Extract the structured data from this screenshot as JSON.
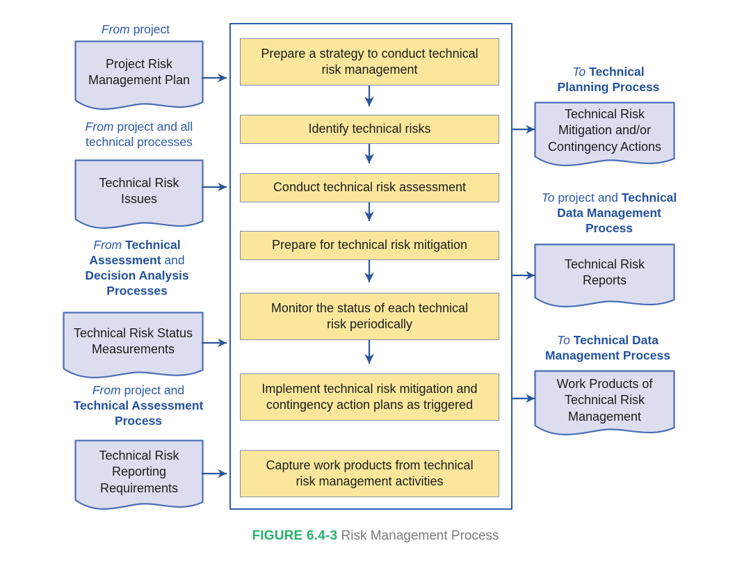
{
  "figure": {
    "number_label": "FIGURE 6.4-3",
    "caption": "Risk Management Process",
    "number_color": "#25b06a",
    "caption_color": "#7b7b7b"
  },
  "colors": {
    "process_fill": "#fae79c",
    "process_border": "#7f8fb0",
    "io_fill": "#dcdef0",
    "io_border": "#4a6db5",
    "container_border": "#2f5ca8",
    "arrow": "#2a559c",
    "label_text": "#2b5aa8",
    "body_text": "#1c1c1c",
    "background": "#ffffff"
  },
  "inputs": [
    {
      "id": "project-risk-management-plan",
      "label_parts": [
        {
          "text": "From ",
          "style": "italic"
        },
        {
          "text": "project",
          "style": "regular"
        }
      ],
      "label_plain": "From project",
      "box_text": "Project Risk\nManagement Plan"
    },
    {
      "id": "technical-risk-issues",
      "label_parts": [
        {
          "text": "From ",
          "style": "italic"
        },
        {
          "text": "project and all\ntechnical processes",
          "style": "regular"
        }
      ],
      "label_plain": "From project and all technical processes",
      "box_text": "Technical Risk\nIssues"
    },
    {
      "id": "technical-risk-status-measurements",
      "label_parts": [
        {
          "text": "From ",
          "style": "italic"
        },
        {
          "text": "Technical\nAssessment",
          "style": "bold"
        },
        {
          "text": " and\n",
          "style": "regular"
        },
        {
          "text": "Decision Analysis\nProcesses",
          "style": "bold"
        }
      ],
      "label_plain": "From Technical Assessment and Decision Analysis Processes",
      "box_text": "Technical Risk Status\nMeasurements"
    },
    {
      "id": "technical-risk-reporting-requirements",
      "label_parts": [
        {
          "text": "From ",
          "style": "italic"
        },
        {
          "text": "project and\n",
          "style": "regular"
        },
        {
          "text": "Technical Assessment\nProcess",
          "style": "bold"
        }
      ],
      "label_plain": "From project and Technical Assessment Process",
      "box_text": "Technical Risk\nReporting\nRequirements"
    }
  ],
  "process_steps": [
    {
      "id": "prepare-strategy",
      "text": "Prepare a strategy to conduct technical\nrisk management"
    },
    {
      "id": "identify-technical-risks",
      "text": "Identify technical risks"
    },
    {
      "id": "conduct-risk-assessment",
      "text": "Conduct technical risk assessment"
    },
    {
      "id": "prepare-risk-mitigation",
      "text": "Prepare for technical risk mitigation"
    },
    {
      "id": "monitor-risk-status",
      "text": "Monitor the status of each technical\nrisk periodically"
    },
    {
      "id": "implement-mitigation",
      "text": "Implement technical risk mitigation and\ncontingency action plans as triggered"
    },
    {
      "id": "capture-work-products",
      "text": "Capture work products from technical\nrisk management activities"
    }
  ],
  "outputs": [
    {
      "id": "technical-risk-mitigation-actions",
      "label_parts": [
        {
          "text": "To ",
          "style": "italic"
        },
        {
          "text": "Technical\nPlanning Process",
          "style": "bold"
        }
      ],
      "label_plain": "To Technical Planning Process",
      "box_text": "Technical Risk\nMitigation and/or\nContingency Actions"
    },
    {
      "id": "technical-risk-reports",
      "label_parts": [
        {
          "text": "To ",
          "style": "italic"
        },
        {
          "text": "project and ",
          "style": "regular"
        },
        {
          "text": "Technical\nData Management\nProcess",
          "style": "bold"
        }
      ],
      "label_plain": "To project and Technical Data Management Process",
      "box_text": "Technical Risk\nReports"
    },
    {
      "id": "work-products-of-technical-risk-management",
      "label_parts": [
        {
          "text": "To ",
          "style": "italic"
        },
        {
          "text": "Technical Data\nManagement Process",
          "style": "bold"
        }
      ],
      "label_plain": "To Technical Data Management Process",
      "box_text": "Work Products of\nTechnical Risk\nManagement"
    }
  ],
  "icons": {
    "arrow_right": "arrow-right-icon",
    "arrow_down": "arrow-down-icon"
  }
}
